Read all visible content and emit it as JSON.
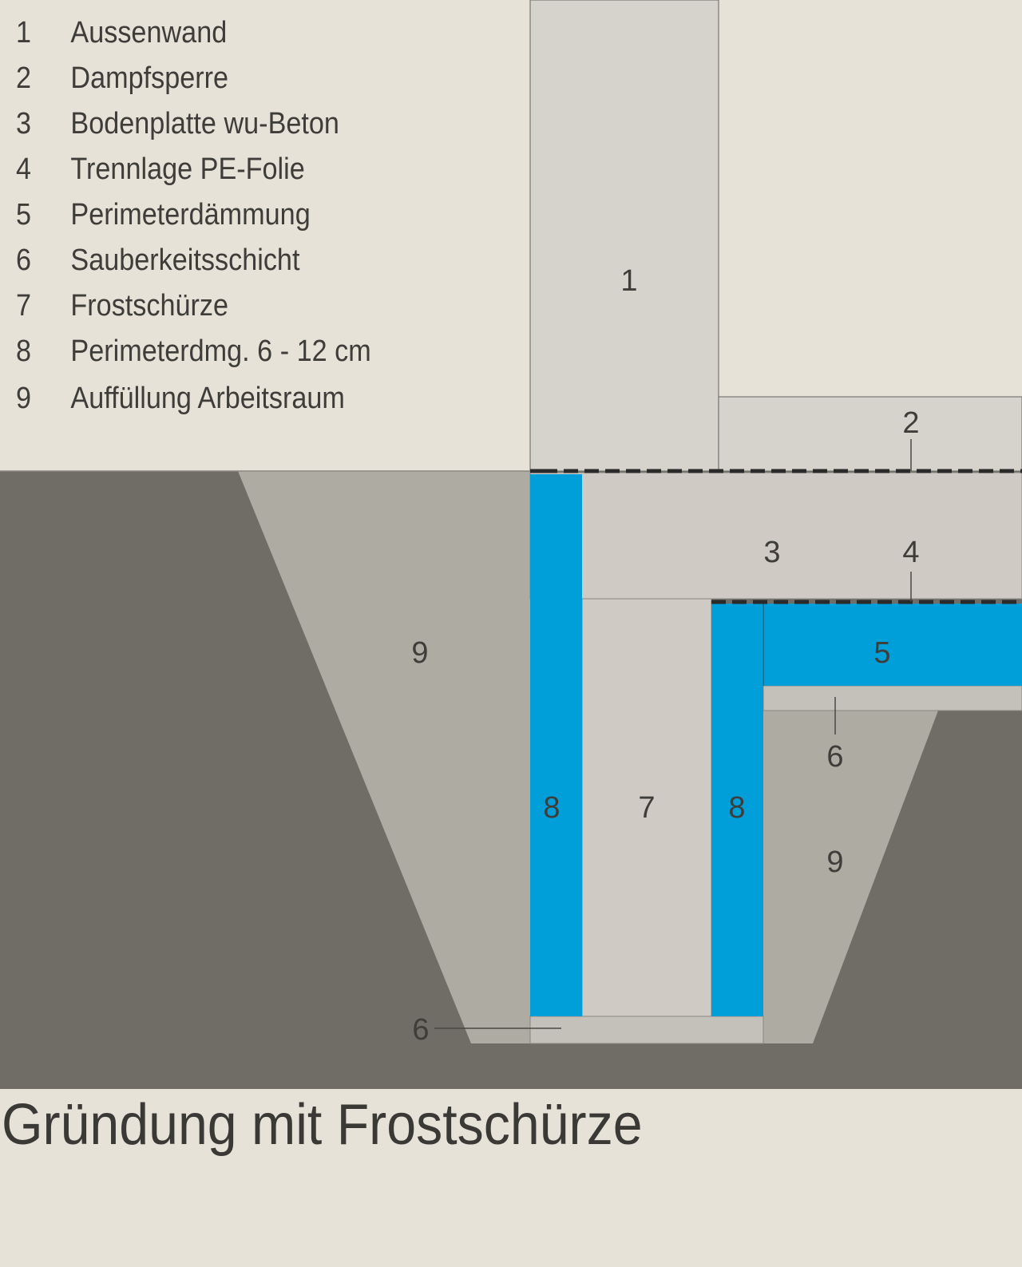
{
  "legend": [
    {
      "num": "1",
      "label": "Aussenwand"
    },
    {
      "num": "2",
      "label": "Dampfsperre"
    },
    {
      "num": "3",
      "label": "Bodenplatte wu-Beton"
    },
    {
      "num": "4",
      "label": "Trennlage PE-Folie"
    },
    {
      "num": "5",
      "label": "Perimeterdämmung"
    },
    {
      "num": "6",
      "label": "Sauberkeitsschicht"
    },
    {
      "num": "7",
      "label": "Frostschürze"
    },
    {
      "num": "8",
      "label": "Perimeterdmg. 6 - 12 cm"
    },
    {
      "num": "9",
      "label": "Auffüllung Arbeitsraum"
    }
  ],
  "labels": {
    "wall": "1",
    "vapor_barrier": "2",
    "slab": "3",
    "separation_layer": "4",
    "insulation": "5",
    "blinding_right": "6",
    "blinding_bottom": "6",
    "apron": "7",
    "perimeter_left": "8",
    "perimeter_right": "8",
    "backfill_left": "9",
    "backfill_right": "9"
  },
  "caption": "Gründung mit Frostschürze",
  "colors": {
    "background": "#e6e2d8",
    "soil": "#706d67",
    "backfill": "#aeaba3",
    "concrete": "#cfcbc4",
    "blinding": "#c4c1ba",
    "insulation": "#009fd9",
    "membrane": "#2a2a2a",
    "line": "#5a5955"
  }
}
